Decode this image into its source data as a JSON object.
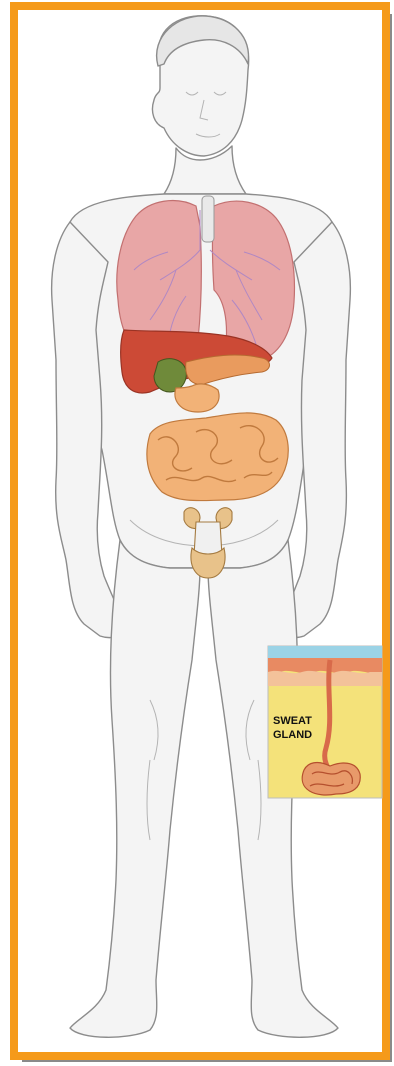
{
  "figure": {
    "inset": {
      "label_lines": [
        "SWEAT",
        "GLAND"
      ]
    }
  },
  "colors": {
    "frame_border": "#F59A1A",
    "frame_shadow": "#8a8a8a",
    "skin_outline": "#8c8c8c",
    "skin_fill": "#f4f4f4",
    "lungs": "#e8a6a6",
    "lungs_vessels": "#b088c4",
    "liver": "#cc4a36",
    "gallbladder": "#6f8a3a",
    "pancreas": "#e99b5e",
    "intestines": "#f2b277",
    "reproductive": "#e8c28a",
    "inset_bg": "#f4e27a",
    "inset_sky": "#9bd3e6",
    "inset_skin": "#e88a62",
    "inset_gland": "#d86a4a"
  },
  "icons": [
    "human-body-illustration",
    "sweat-gland-inset-illustration"
  ]
}
